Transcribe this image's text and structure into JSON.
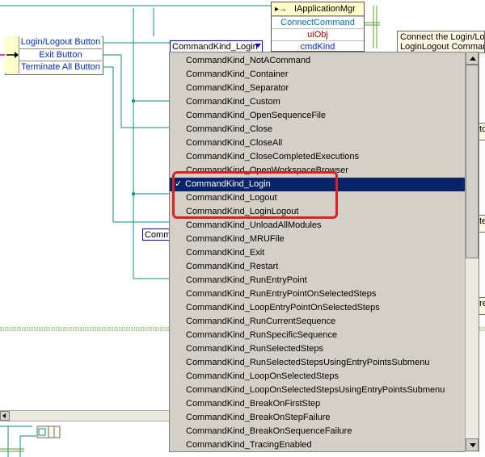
{
  "cluster": {
    "rows": [
      "Login/Logout Button",
      "Exit Button",
      "Terminate All Button"
    ]
  },
  "ref_node": {
    "icon": "method-arrow-icon",
    "title": "IApplicationMgr",
    "rows": [
      {
        "label": "ConnectCommand",
        "color": "#0070c0"
      },
      {
        "label": "uiObj",
        "color": "#b00000"
      },
      {
        "label": "cmdKind",
        "color": "#0030b0"
      }
    ]
  },
  "enum_control": {
    "value": "CommandKind_Login"
  },
  "enum_control_partial": {
    "value": "Comman"
  },
  "callouts": {
    "top_right_line1": "Connect the Login/Lo",
    "top_right_line2": "LoginLogout Comman",
    "mid_right_1": "to",
    "mid_right_2": "te",
    "mid_right_3": "re"
  },
  "dropdown": {
    "check_glyph": "✓",
    "selected_index": 9,
    "items": [
      "CommandKind_NotACommand",
      "CommandKind_Container",
      "CommandKind_Separator",
      "CommandKind_Custom",
      "CommandKind_OpenSequenceFile",
      "CommandKind_Close",
      "CommandKind_CloseAll",
      "CommandKind_CloseCompletedExecutions",
      "CommandKind_OpenWorkspaceBrowser",
      "CommandKind_Login",
      "CommandKind_Logout",
      "CommandKind_LoginLogout",
      "CommandKind_UnloadAllModules",
      "CommandKind_MRUFile",
      "CommandKind_Exit",
      "CommandKind_Restart",
      "CommandKind_RunEntryPoint",
      "CommandKind_RunEntryPointOnSelectedSteps",
      "CommandKind_LoopEntryPointOnSelectedSteps",
      "CommandKind_RunCurrentSequence",
      "CommandKind_RunSpecificSequence",
      "CommandKind_RunSelectedSteps",
      "CommandKind_RunSelectedStepsUsingEntryPointsSubmenu",
      "CommandKind_LoopOnSelectedSteps",
      "CommandKind_LoopOnSelectedStepsUsingEntryPointsSubmenu",
      "CommandKind_BreakOnFirstStep",
      "CommandKind_BreakOnStepFailure",
      "CommandKind_BreakOnSequenceFailure",
      "CommandKind_TracingEnabled"
    ]
  },
  "colors": {
    "wire": "#0e8a8a",
    "selection": "#0a246a",
    "annotation": "#e02020"
  }
}
